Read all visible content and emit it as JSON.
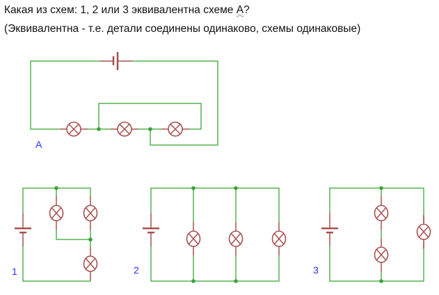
{
  "question": {
    "line1_prefix": "Какая из схем: 1, 2 или 3 эквивалентна схеме ",
    "line1_letter": "А",
    "line1_suffix": "?",
    "line2": "(Эквивалентна - т.е. детали соединены одинаково, схемы одинаковые)"
  },
  "labels": {
    "a": "А",
    "one": "1",
    "two": "2",
    "three": "3"
  },
  "colors": {
    "wire": "#55b24f",
    "component": "#a5504e",
    "label": "#2233ee"
  }
}
